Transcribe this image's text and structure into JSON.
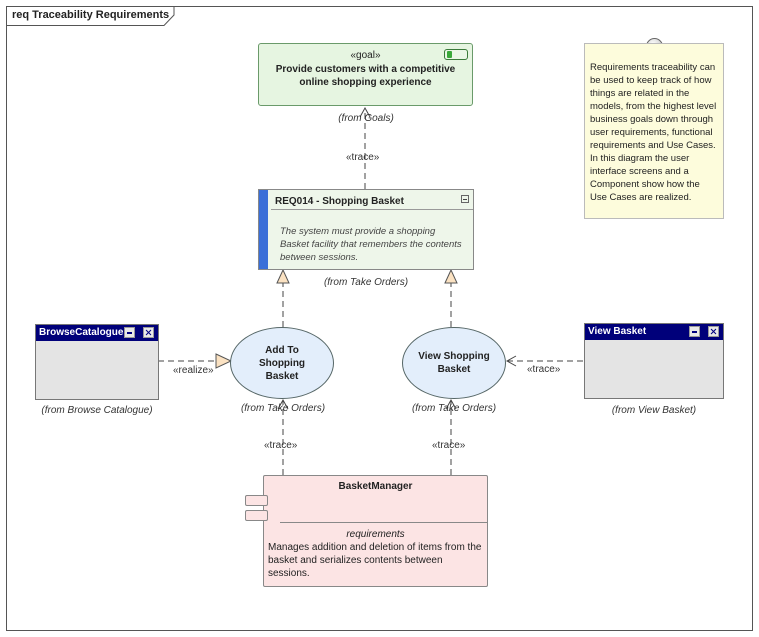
{
  "frame": {
    "title": "req Traceability Requirements"
  },
  "goal": {
    "stereotype": "«goal»",
    "title": "Provide customers with a competitive online shopping experience",
    "from": "(from Goals)"
  },
  "requirement": {
    "title": "REQ014 - Shopping Basket",
    "body": "The system must provide a shopping Basket facility that remembers the contents between sessions.",
    "from": "(from Take Orders)"
  },
  "note": {
    "text": "Requirements traceability can be used to keep track of how things are related in the models, from the highest level business goals down through user requirements, functional requirements and Use Cases. In this diagram the user interface screens and a Component show how the Use Cases are realized."
  },
  "use_cases": [
    {
      "name": "Add To Shopping Basket",
      "from": "(from Take Orders)"
    },
    {
      "name": "View Shopping Basket",
      "from": "(from Take Orders)"
    }
  ],
  "screens": [
    {
      "name": "BrowseCatalogue",
      "from": "(from Browse Catalogue)"
    },
    {
      "name": "View Basket",
      "from": "(from View Basket)"
    }
  ],
  "component": {
    "name": "BasketManager",
    "section": "requirements",
    "body": "Manages addition and deletion of items from the basket and serializes contents between sessions."
  },
  "connectors": {
    "trace": "«trace»",
    "realize": "«realize»"
  },
  "colors": {
    "goal_fill": "#e6f5e1",
    "requirement_bar": "#3a6fd8",
    "note_fill": "#fdfcdc",
    "use_case_fill": "#e3eefb",
    "screen_header": "#00007a",
    "component_fill": "#fce4e4"
  }
}
